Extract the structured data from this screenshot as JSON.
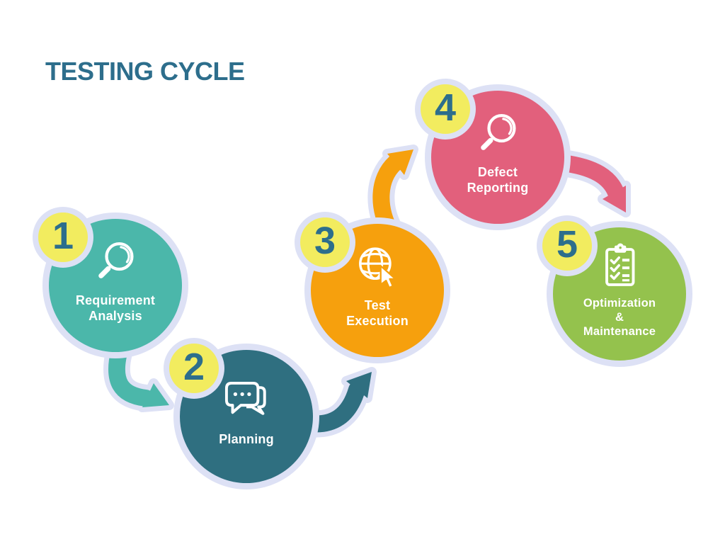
{
  "title": "TESTING CYCLE",
  "colors": {
    "ink": "#2D6E8C",
    "lavender": "#DDE1F5",
    "yellow": "#F2EC5F",
    "label_text": "#FFFFFF",
    "step1": "#4BB7AA",
    "step2": "#2F6F80",
    "step3": "#F6A00D",
    "step4": "#E2607C",
    "step5": "#94C24D"
  },
  "steps": [
    {
      "number": "1",
      "label": "Requirement\nAnalysis",
      "icon": "magnifier-icon"
    },
    {
      "number": "2",
      "label": "Planning",
      "icon": "chat-bubbles-icon"
    },
    {
      "number": "3",
      "label": "Test\nExecution",
      "icon": "globe-cursor-icon"
    },
    {
      "number": "4",
      "label": "Defect\nReporting",
      "icon": "magnifier-icon"
    },
    {
      "number": "5",
      "label": "Optimization\n&\nMaintenance",
      "icon": "checklist-icon"
    }
  ]
}
